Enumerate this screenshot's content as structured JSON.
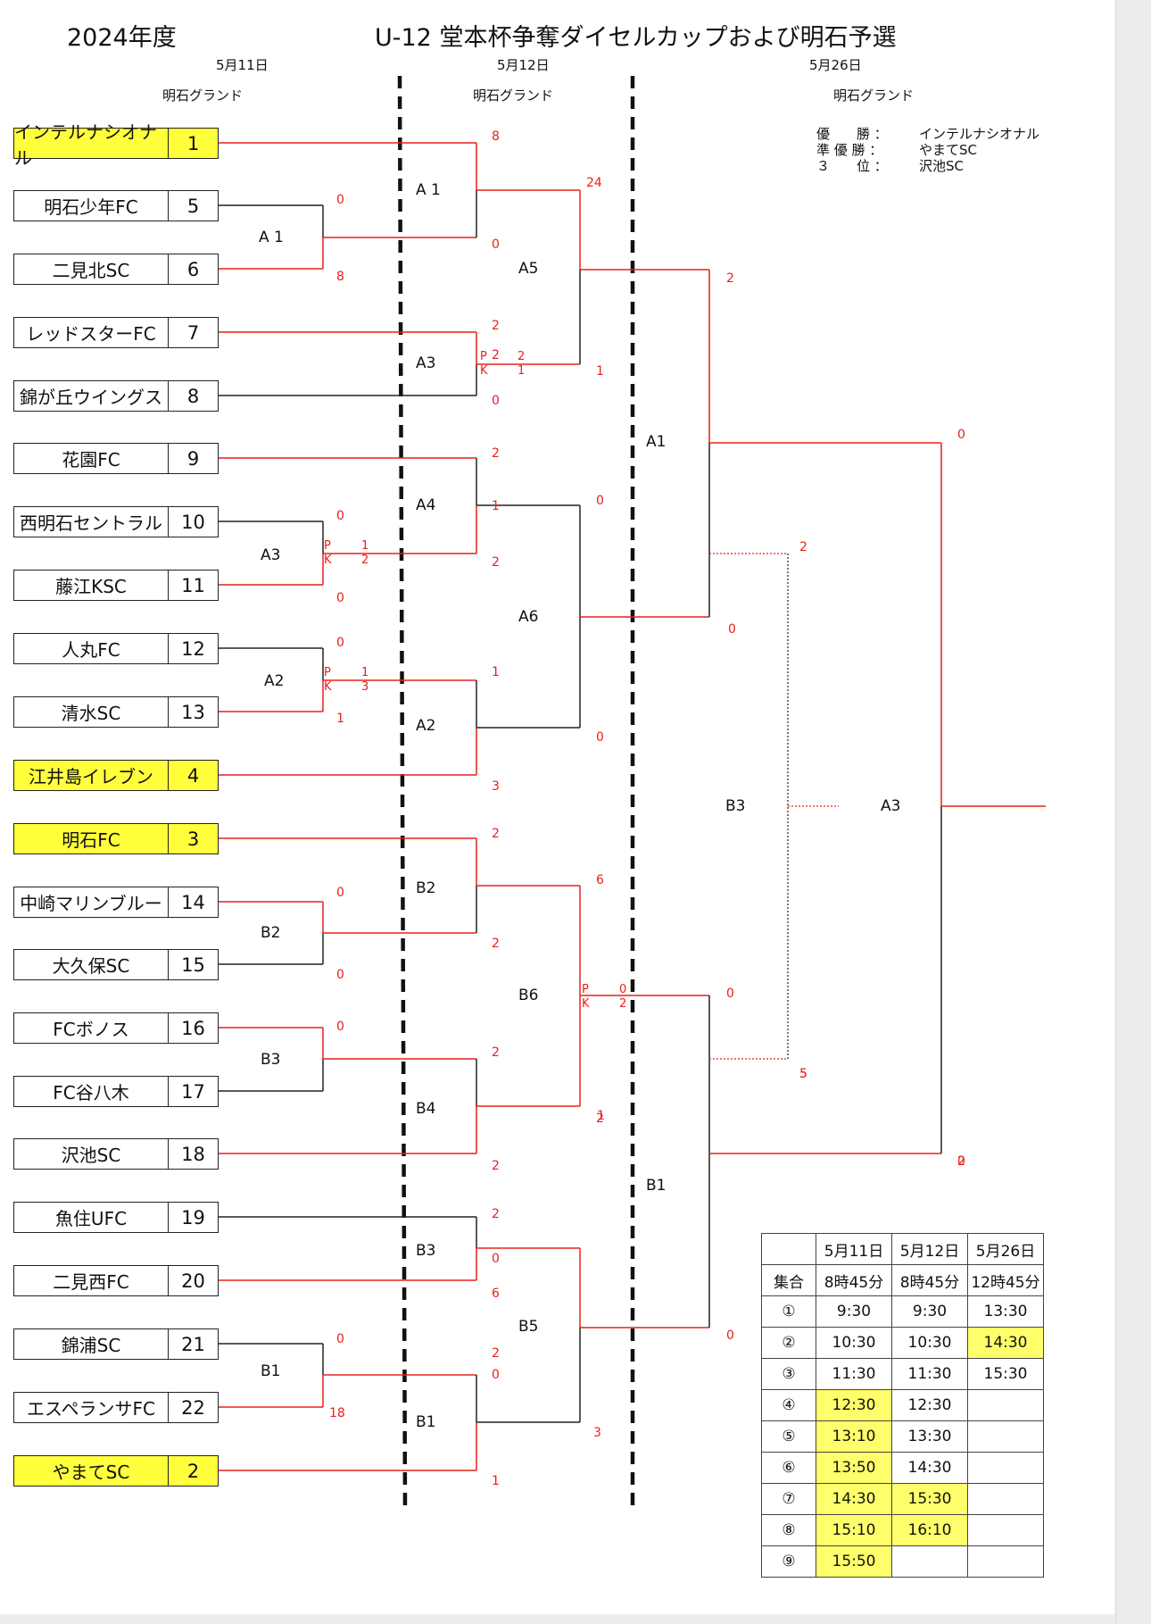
{
  "title": {
    "year": "2024年度",
    "main": "U-12 堂本杯争奪ダイセルカップおよび明石予選"
  },
  "days": [
    {
      "date": "5月11日",
      "ground": "明石グランド"
    },
    {
      "date": "5月12日",
      "ground": "明石グランド"
    },
    {
      "date": "5月26日",
      "ground": "明石グランド"
    }
  ],
  "results": [
    {
      "label": "優　　勝 ：",
      "team": "インテルナシオナル"
    },
    {
      "label": "準 優 勝 ：",
      "team": "やまてSC"
    },
    {
      "label": "３　　位 ：",
      "team": "沢池SC"
    }
  ],
  "teams": [
    {
      "name": "インテルナシオナル",
      "seed": "1",
      "highlight": true
    },
    {
      "name": "明石少年FC",
      "seed": "5",
      "highlight": false
    },
    {
      "name": "二見北SC",
      "seed": "6",
      "highlight": false
    },
    {
      "name": "レッドスターFC",
      "seed": "7",
      "highlight": false
    },
    {
      "name": "錦が丘ウイングス",
      "seed": "8",
      "highlight": false
    },
    {
      "name": "花園FC",
      "seed": "9",
      "highlight": false
    },
    {
      "name": "西明石セントラル",
      "seed": "10",
      "highlight": false
    },
    {
      "name": "藤江KSC",
      "seed": "11",
      "highlight": false
    },
    {
      "name": "人丸FC",
      "seed": "12",
      "highlight": false
    },
    {
      "name": "清水SC",
      "seed": "13",
      "highlight": false
    },
    {
      "name": "江井島イレブン",
      "seed": "4",
      "highlight": true
    },
    {
      "name": "明石FC",
      "seed": "3",
      "highlight": true
    },
    {
      "name": "中崎マリンブルー",
      "seed": "14",
      "highlight": false
    },
    {
      "name": "大久保SC",
      "seed": "15",
      "highlight": false
    },
    {
      "name": "FCボノス",
      "seed": "16",
      "highlight": false
    },
    {
      "name": "FC谷八木",
      "seed": "17",
      "highlight": false
    },
    {
      "name": "沢池SC",
      "seed": "18",
      "highlight": false
    },
    {
      "name": "魚住UFC",
      "seed": "19",
      "highlight": false
    },
    {
      "name": "二見西FC",
      "seed": "20",
      "highlight": false
    },
    {
      "name": "錦浦SC",
      "seed": "21",
      "highlight": false
    },
    {
      "name": "エスペランサFC",
      "seed": "22",
      "highlight": false
    },
    {
      "name": "やまてSC",
      "seed": "2",
      "highlight": true
    }
  ],
  "match_labels": [
    "A 1",
    "A3",
    "A2",
    "B2",
    "B3",
    "B1",
    "A 1",
    "A3",
    "A4",
    "A2",
    "B2",
    "B4",
    "B3",
    "B1",
    "A5",
    "A6",
    "B6",
    "B5",
    "A1",
    "B3",
    "B1",
    "A3"
  ],
  "scores": [
    "8",
    "0",
    "8",
    "0",
    "24",
    "2",
    "2",
    "1",
    "0",
    "2",
    "1",
    "0",
    "0",
    "2",
    "0",
    "0",
    "1",
    "0",
    "1",
    "3",
    "6",
    "2",
    "0",
    "2",
    "2",
    "1",
    "0",
    "0",
    "2",
    "2",
    "2",
    "0",
    "6",
    "2",
    "0",
    "0",
    "18",
    "3",
    "1",
    "2",
    "0",
    "2",
    "0",
    "0",
    "5",
    "2",
    "0",
    "5",
    "0"
  ],
  "pk": [
    "P",
    "K",
    "2",
    "1",
    "P",
    "K",
    "1",
    "2",
    "P",
    "K",
    "1",
    "3",
    "P",
    "K",
    "0",
    "2"
  ],
  "colors": {
    "line_red": "#e8201c",
    "highlight": "#ffff3c",
    "schedule_highlight": "#ffff6b"
  },
  "schedule": {
    "header": [
      "",
      "5月11日",
      "5月12日",
      "5月26日"
    ],
    "rows": [
      [
        "集合",
        "8時45分",
        "8時45分",
        "12時45分"
      ],
      [
        "①",
        "9:30",
        "9:30",
        "13:30"
      ],
      [
        "②",
        "10:30",
        "10:30",
        "14:30"
      ],
      [
        "③",
        "11:30",
        "11:30",
        "15:30"
      ],
      [
        "④",
        "12:30",
        "12:30",
        ""
      ],
      [
        "⑤",
        "13:10",
        "13:30",
        ""
      ],
      [
        "⑥",
        "13:50",
        "14:30",
        ""
      ],
      [
        "⑦",
        "14:30",
        "15:30",
        ""
      ],
      [
        "⑧",
        "15:10",
        "16:10",
        ""
      ],
      [
        "⑨",
        "15:50",
        "",
        ""
      ]
    ],
    "highlighted": [
      [
        3,
        3
      ],
      [
        5,
        1
      ],
      [
        6,
        1
      ],
      [
        7,
        1
      ],
      [
        8,
        1
      ],
      [
        8,
        2
      ],
      [
        9,
        1
      ],
      [
        9,
        2
      ],
      [
        10,
        1
      ]
    ]
  }
}
